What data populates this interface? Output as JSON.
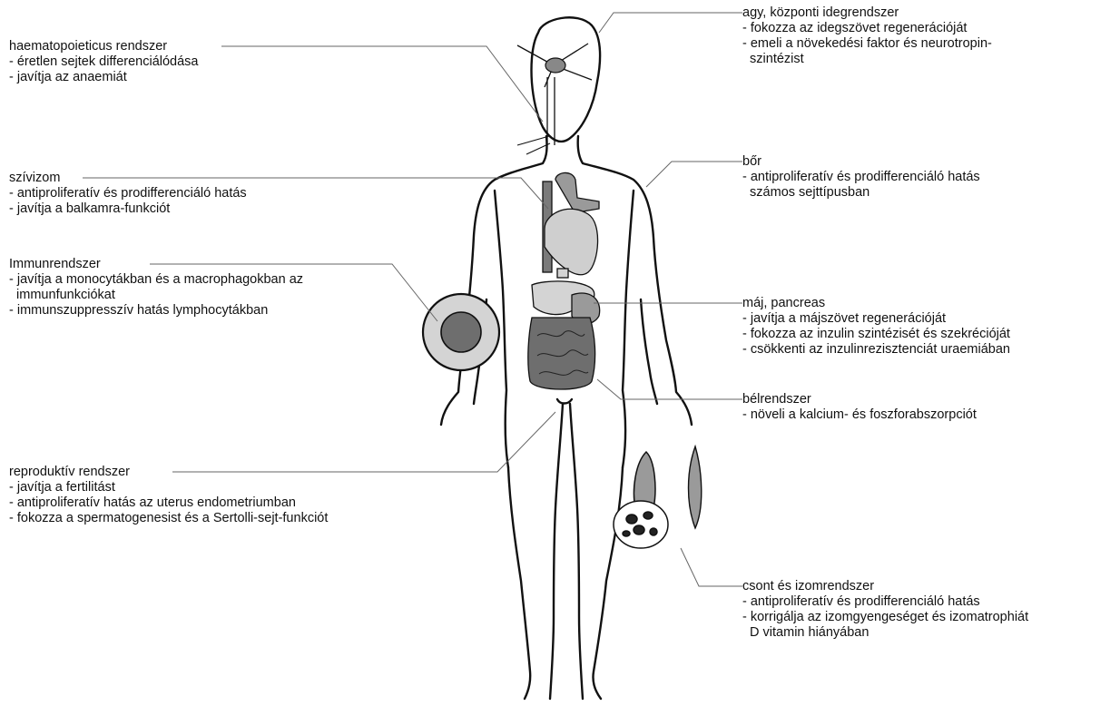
{
  "annotations": {
    "brain": {
      "title": "agy, központi idegrendszer",
      "points": [
        "- fokozza az idegszövet regenerációját",
        "- emeli a növekedési faktor és neurotropin-",
        "  szintézist"
      ]
    },
    "haematopoietic": {
      "title": "haematopoieticus rendszer",
      "points": [
        "- éretlen sejtek differenciálódása",
        "- javítja az anaemiát"
      ]
    },
    "heart": {
      "title": "szívizom",
      "points": [
        "- antiproliferatív és prodifferenciáló hatás",
        "- javítja a balkamra-funkciót"
      ]
    },
    "skin": {
      "title": "bőr",
      "points": [
        "- antiproliferatív és prodifferenciáló hatás",
        "  számos sejttípusban"
      ]
    },
    "immune": {
      "title": "Immunrendszer",
      "points": [
        "- javítja a monocytákban és a macrophagokban az",
        "  immunfunkciókat",
        "- immunszuppresszív hatás lymphocytákban"
      ]
    },
    "liver": {
      "title": "máj, pancreas",
      "points": [
        "- javítja a májszövet regenerációját",
        "- fokozza az inzulin szintézisét és szekrécióját",
        "- csökkenti az inzulinrezisztenciát uraemiában"
      ]
    },
    "intestine": {
      "title": "bélrendszer",
      "points": [
        "- növeli a kalcium- és foszforabszorpciót"
      ]
    },
    "reproductive": {
      "title": "reproduktív rendszer",
      "points": [
        "- javítja a fertilitást",
        "- antiproliferatív hatás az uterus endometriumban",
        "- fokozza a spermatogenesist és a Sertolli-sejt-funkciót"
      ]
    },
    "bone": {
      "title": "csont és izomrendszer",
      "points": [
        "- antiproliferatív és prodifferenciáló hatás",
        "- korrigálja az izomgyengeséget és izomatrophiát",
        "  D vitamin hiányában"
      ]
    }
  },
  "colors": {
    "outline": "#111111",
    "leader": "#666666",
    "organ_light": "#d4d4d4",
    "organ_mid": "#9a9a9a",
    "organ_dark": "#6e6e6e"
  }
}
